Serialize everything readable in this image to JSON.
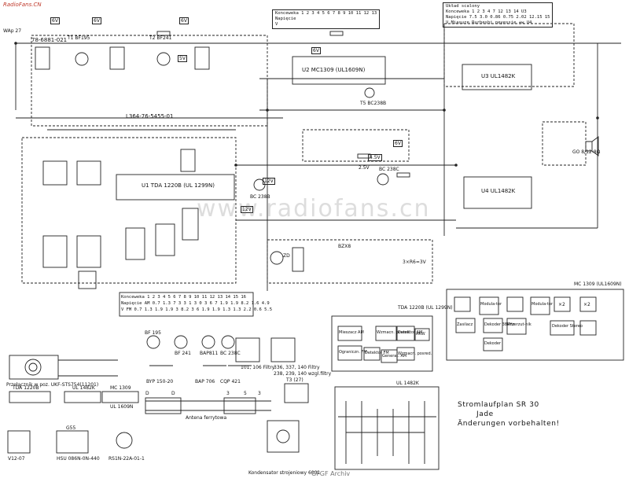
{
  "header": {
    "site_left": "RadioFans.CN",
    "antenna_label": "WAp 27",
    "coil_code_1": "78-6881-021",
    "coil_code_2": "L364-76-5455-01",
    "ic_u2_name": "U2 MC1309 (UL1609N)",
    "ic_u1_name": "U1 TDA 1220B (UL 1299N)",
    "ic_u3_name": "U3 UL1482K",
    "ic_u4_name": "U4 UL1482K",
    "transistor_t1": "T1 BF195",
    "transistor_t2": "T2 BF241",
    "transistor_t3": "BC 238C",
    "transistor_t4": "BC 238B",
    "transistor_t5": "T5 BC238B",
    "speaker_label": "GO 8/12-8Ω",
    "power_label": "3×R6=3V",
    "diodes_label": "BZX8",
    "z_label": "ZD"
  },
  "supply_tags": [
    "6V",
    "6V",
    "6V",
    "5V",
    "6V",
    "6V",
    "2.5V",
    "4.5V",
    "12V",
    "12V"
  ],
  "table_pos_top": {
    "row_label": [
      "Konceweka",
      "Napięcie",
      "V"
    ],
    "cols": [
      "1",
      "2",
      "3",
      "4",
      "5",
      "6",
      "7",
      "8",
      "9",
      "10",
      "11",
      "12",
      "13"
    ]
  },
  "table_u3": {
    "title": "Układ scalony",
    "rows": [
      "Konceweka 1 2 3 4 7 12 13 14",
      "Napięcie 7.5 3.0 0.86 0.75 2.02 12.15 15",
      "V   Miasure   Rurheshi  neyessie  +w"
    ],
    "chip": "U3",
    "chip2": "U4"
  },
  "table_u1": {
    "header": "Konceweka 1 2 3 4 5 6 7 8 9 10 11 12 13 14 15 16",
    "row_am": "Napięcie AM 0.7 1.3 7 3 3 1 3 0 3 6 7 1.9 1.9 8.2 1.6 4.9",
    "row_v": "V FM 0.7 1.3 1.9 1.9 3 8.2 3 6 1.9 1.9 1.3 1.3 2.2 0.6 5.5"
  },
  "bottom_parts": {
    "parts": [
      "BF 195",
      "BF 241",
      "BAP811",
      "BC 238C"
    ],
    "diodes": [
      "BYP 150-20",
      "BAP 706",
      "CQP 421"
    ],
    "filter_labels": [
      "101, 106 Filtry",
      "336, 337, 140 Filtry",
      "238, 239, 140 wzgl.filtry"
    ],
    "antenna_label": "Antena ferrytowa",
    "antenna_pins": [
      "D",
      "D",
      "3",
      "5",
      "3"
    ],
    "connector_label": "Przełącznik w poz. UKF-STS754(11201)",
    "ic_labels": [
      "TDA 1220B",
      "UL 1482K",
      "MC 1309",
      "UL 1609N"
    ],
    "crystal_labels": [
      "G55",
      "HSU 086N-0N-440",
      "RS1N-22A-01-1"
    ],
    "v12": "V12-07",
    "cap_label": "Kondensator strojeniowy 6001",
    "t3_label": "T3 (27)"
  },
  "block_mc1309": {
    "title": "MC 1309 (UL1609N)",
    "blocks": [
      "Modula-tor",
      "Dekoder",
      "Zasilacz",
      "Przerzut-nik",
      "Modula-tor",
      "Dekoder Stereo",
      "Dekoder 38kHz",
      "×2",
      "×2"
    ]
  },
  "block_tda": {
    "title": "TDA 1220B (UL 1299N)",
    "blocks": [
      "Mieszacz AM",
      "Wzmacn. posred.",
      "Detektor AM",
      "Generat. AM",
      "Detektor FM",
      "Ograniczn. FM",
      "Wzmacn. posred.",
      "ARW"
    ]
  },
  "block_ul1482k": {
    "title": "UL 1482K"
  },
  "title_block": {
    "line1": "Stromlaufplan SR 30",
    "line2": "Jade",
    "line3": "Änderungen vorbehalten!"
  },
  "watermarks": {
    "main": "www.radiofans.cn",
    "footer": "GFGF Archiv"
  }
}
